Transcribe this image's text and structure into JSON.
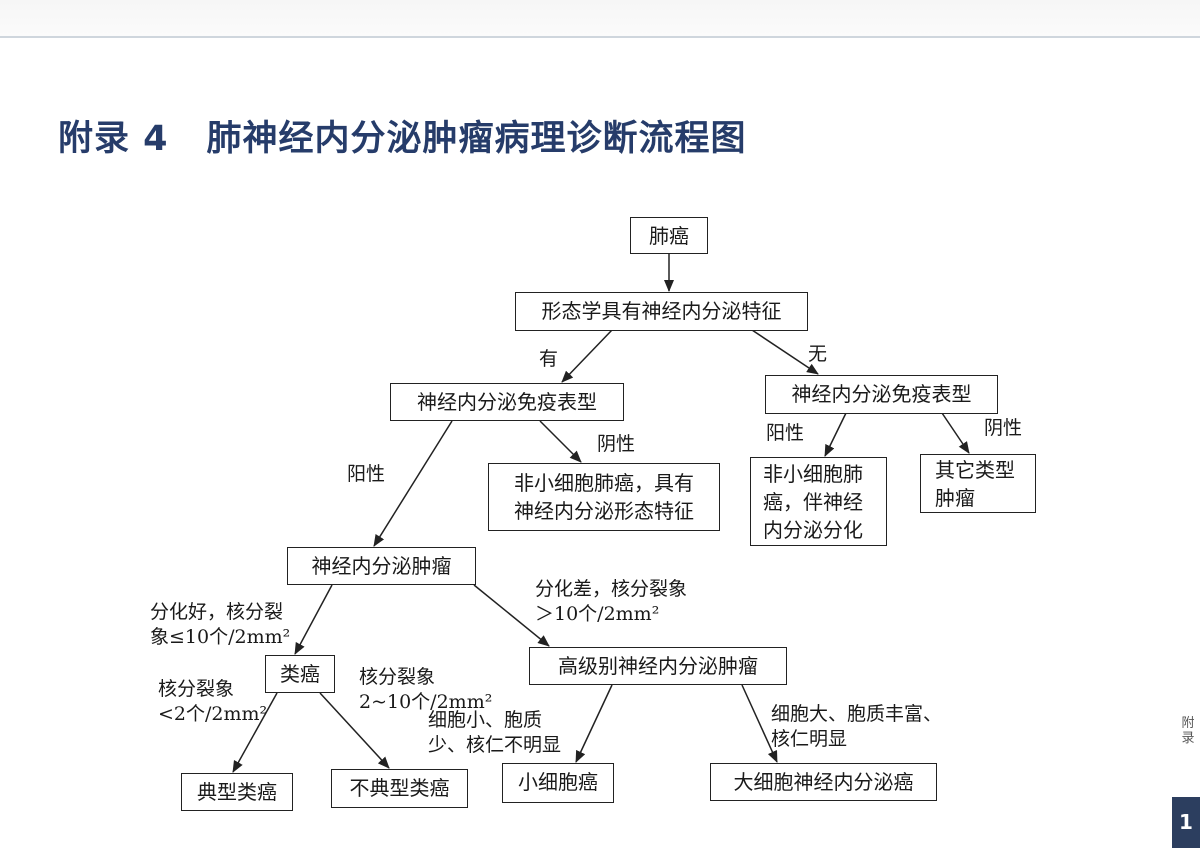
{
  "title": {
    "number": "附录 4",
    "text": "肺神经内分泌肿瘤病理诊断流程图"
  },
  "nodes": {
    "lung_cancer": "肺癌",
    "morph_ne_features": "形态学具有神经内分泌特征",
    "ne_ihc_left": "神经内分泌免疫表型",
    "ne_ihc_right": "神经内分泌免疫表型",
    "nsclc_ne_morph": "非小细胞肺癌，具有\n神经内分泌形态特征",
    "nsclc_ne_diff": "非小细胞肺\n癌，伴神经\n内分泌分化",
    "other_tumor": "其它类型\n肿瘤",
    "ne_tumor": "神经内分泌肿瘤",
    "carcinoid": "类癌",
    "high_grade": "高级别神经内分泌肿瘤",
    "typical": "典型类癌",
    "atypical": "不典型类癌",
    "small_cell": "小细胞癌",
    "large_cell": "大细胞神经内分泌癌"
  },
  "labels": {
    "yes": "有",
    "no": "无",
    "positive_left": "阳性",
    "negative_left": "阴性",
    "positive_right": "阳性",
    "negative_right": "阴性",
    "well_diff": "分化好，核分裂\n象≤10个/2mm²",
    "poor_diff": "分化差，核分裂象\n＞10个/2mm²",
    "mitosis_lt2": "核分裂象\n<2个/2mm²",
    "mitosis_2to10": "核分裂象\n2~10个/2mm²",
    "small_cell_desc": "细胞小、胞质\n少、核仁不明显",
    "large_cell_desc": "细胞大、胞质丰富、\n核仁明显"
  },
  "side_tab": "附\n录",
  "page_number": "1"
}
